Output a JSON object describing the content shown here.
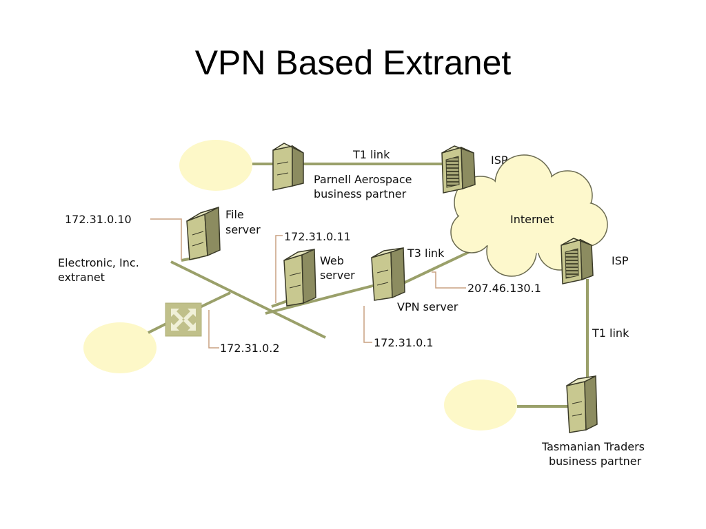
{
  "title": "VPN Based Extranet",
  "colors": {
    "link_line": "#9aa06a",
    "leader_line": "#c8a080",
    "segment_ellipse": "#fdf8c8",
    "server_body": "#c8c890",
    "cloud_fill": "#fdf8cc"
  },
  "labels": {
    "t1_link_top": "T1 link",
    "isp_top": "ISP",
    "parnell_line1": "Parnell Aerospace",
    "parnell_line2": "business partner",
    "internet": "Internet",
    "isp_right": "ISP",
    "file_server_ip": "172.31.0.10",
    "file_server_line1": "File",
    "file_server_line2": "server",
    "web_server_ip": "172.31.0.11",
    "web_server_line1": "Web",
    "web_server_line2": "server",
    "electronic_line1": "Electronic, Inc.",
    "electronic_line2": "extranet",
    "t3_link": "T3 link",
    "vpn_public_ip": "207.46.130.1",
    "vpn_server": "VPN server",
    "router_ip": "172.31.0.2",
    "vpn_private_ip": "172.31.0.1",
    "t1_link_right": "T1 link",
    "tasmanian_line1": "Tasmanian Traders",
    "tasmanian_line2": "business partner"
  }
}
